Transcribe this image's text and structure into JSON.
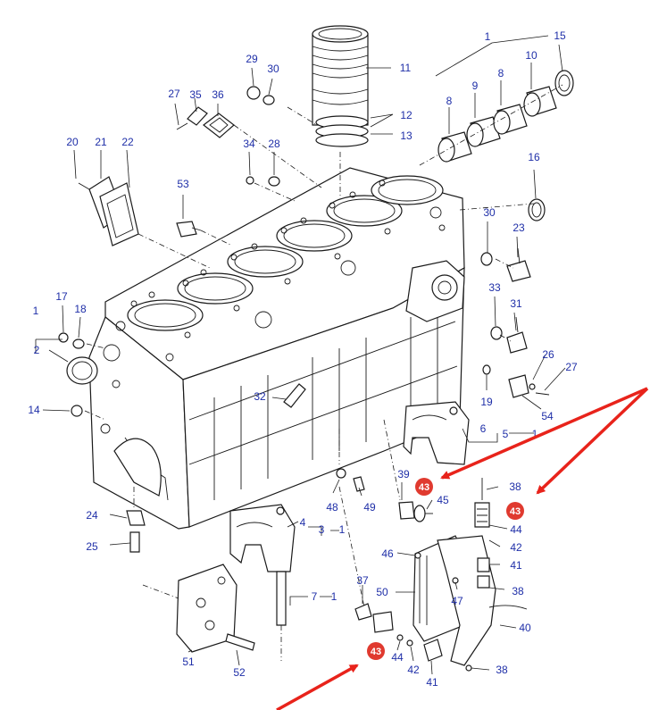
{
  "diagram": {
    "callouts": [
      {
        "id": "c1a",
        "text": "1"
      },
      {
        "id": "c15",
        "text": "15"
      },
      {
        "id": "c8a",
        "text": "8"
      },
      {
        "id": "c9",
        "text": "9"
      },
      {
        "id": "c8b",
        "text": "8"
      },
      {
        "id": "c10",
        "text": "10"
      },
      {
        "id": "c11",
        "text": "11"
      },
      {
        "id": "c12",
        "text": "12"
      },
      {
        "id": "c13",
        "text": "13"
      },
      {
        "id": "c16",
        "text": "16"
      },
      {
        "id": "c29",
        "text": "29"
      },
      {
        "id": "c30a",
        "text": "30"
      },
      {
        "id": "c27a",
        "text": "27"
      },
      {
        "id": "c35",
        "text": "35"
      },
      {
        "id": "c36",
        "text": "36"
      },
      {
        "id": "c20",
        "text": "20"
      },
      {
        "id": "c21",
        "text": "21"
      },
      {
        "id": "c22",
        "text": "22"
      },
      {
        "id": "c34",
        "text": "34"
      },
      {
        "id": "c28",
        "text": "28"
      },
      {
        "id": "c53",
        "text": "53"
      },
      {
        "id": "c30b",
        "text": "30"
      },
      {
        "id": "c23",
        "text": "23"
      },
      {
        "id": "c33",
        "text": "33"
      },
      {
        "id": "c31",
        "text": "31"
      },
      {
        "id": "c17",
        "text": "17"
      },
      {
        "id": "c18",
        "text": "18"
      },
      {
        "id": "c1b",
        "text": "1"
      },
      {
        "id": "c2",
        "text": "2"
      },
      {
        "id": "c14",
        "text": "14"
      },
      {
        "id": "c26",
        "text": "26"
      },
      {
        "id": "c27b",
        "text": "27"
      },
      {
        "id": "c19",
        "text": "19"
      },
      {
        "id": "c54",
        "text": "54"
      },
      {
        "id": "c32",
        "text": "32"
      },
      {
        "id": "c6",
        "text": "6"
      },
      {
        "id": "c5",
        "text": "5"
      },
      {
        "id": "c1c",
        "text": "1"
      },
      {
        "id": "c39",
        "text": "39"
      },
      {
        "id": "c45",
        "text": "45"
      },
      {
        "id": "c38a",
        "text": "38"
      },
      {
        "id": "c44a",
        "text": "44"
      },
      {
        "id": "c48",
        "text": "48"
      },
      {
        "id": "c49",
        "text": "49"
      },
      {
        "id": "c24",
        "text": "24"
      },
      {
        "id": "c4",
        "text": "4"
      },
      {
        "id": "c3",
        "text": "3"
      },
      {
        "id": "c1d",
        "text": "1"
      },
      {
        "id": "c25",
        "text": "25"
      },
      {
        "id": "c42a",
        "text": "42"
      },
      {
        "id": "c46",
        "text": "46"
      },
      {
        "id": "c41a",
        "text": "41"
      },
      {
        "id": "c38b",
        "text": "38"
      },
      {
        "id": "c47",
        "text": "47"
      },
      {
        "id": "c7",
        "text": "7"
      },
      {
        "id": "c1e",
        "text": "1"
      },
      {
        "id": "c37",
        "text": "37"
      },
      {
        "id": "c50",
        "text": "50"
      },
      {
        "id": "c40",
        "text": "40"
      },
      {
        "id": "c51",
        "text": "51"
      },
      {
        "id": "c52",
        "text": "52"
      },
      {
        "id": "c44b",
        "text": "44"
      },
      {
        "id": "c42b",
        "text": "42"
      },
      {
        "id": "c41b",
        "text": "41"
      },
      {
        "id": "c38c",
        "text": "38"
      }
    ],
    "highlight_badges": [
      {
        "id": "b43a",
        "text": "43"
      },
      {
        "id": "b43b",
        "text": "43"
      },
      {
        "id": "b43c",
        "text": "43"
      }
    ],
    "colors": {
      "callout_text": "#1f2fa8",
      "badge_fill": "#e03a2f",
      "arrow": "#e8231b",
      "line_art": "#1a1a1a"
    }
  }
}
